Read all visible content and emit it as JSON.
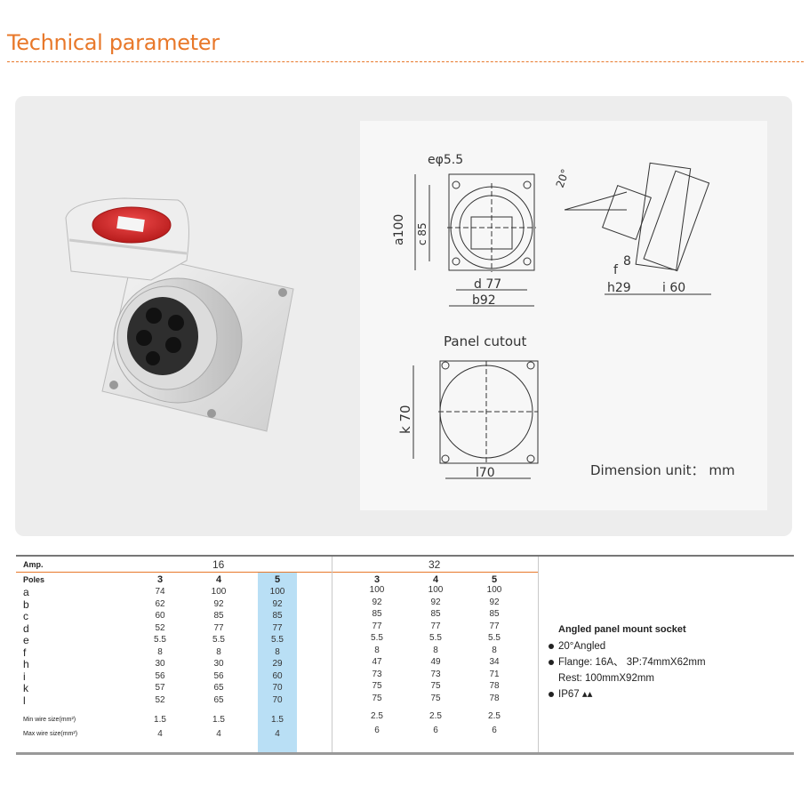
{
  "header": {
    "title": "Technical parameter"
  },
  "drawing": {
    "labels": {
      "e": "eφ5.5",
      "a": "a100",
      "c": "c 85",
      "d": "d  77",
      "b": "b92",
      "angle": "20°",
      "f": "f",
      "f_val": "8",
      "h": "h29",
      "i": "i 60",
      "cutout_title": "Panel cutout",
      "k": "k 70",
      "l": "l70",
      "unit": "Dimension unit： mm"
    }
  },
  "table": {
    "amp_label": "Amp.",
    "poles_label": "Poles",
    "amp_16": "16",
    "amp_32": "32",
    "columns": [
      "3",
      "4",
      "5",
      "3",
      "4",
      "5"
    ],
    "rows": [
      {
        "label": "a",
        "values": [
          "74",
          "100",
          "100",
          "100",
          "100",
          "100"
        ]
      },
      {
        "label": "b",
        "values": [
          "62",
          "92",
          "92",
          "92",
          "92",
          "92"
        ]
      },
      {
        "label": "c",
        "values": [
          "60",
          "85",
          "85",
          "85",
          "85",
          "85"
        ]
      },
      {
        "label": "d",
        "values": [
          "52",
          "77",
          "77",
          "77",
          "77",
          "77"
        ]
      },
      {
        "label": "e",
        "values": [
          "5.5",
          "5.5",
          "5.5",
          "5.5",
          "5.5",
          "5.5"
        ]
      },
      {
        "label": "f",
        "values": [
          "8",
          "8",
          "8",
          "8",
          "8",
          "8"
        ]
      },
      {
        "label": "h",
        "values": [
          "30",
          "30",
          "29",
          "47",
          "49",
          "34"
        ]
      },
      {
        "label": "i",
        "values": [
          "56",
          "56",
          "60",
          "73",
          "73",
          "71"
        ]
      },
      {
        "label": "k",
        "values": [
          "57",
          "65",
          "70",
          "75",
          "75",
          "78"
        ]
      },
      {
        "label": "l",
        "values": [
          "52",
          "65",
          "70",
          "75",
          "75",
          "78"
        ]
      }
    ],
    "min_wire": {
      "label": "Min wire size(mm²)",
      "values": [
        "1.5",
        "1.5",
        "1.5",
        "2.5",
        "2.5",
        "2.5"
      ]
    },
    "max_wire": {
      "label": "Max wire size(mm²)",
      "values": [
        "4",
        "4",
        "4",
        "6",
        "6",
        "6"
      ]
    }
  },
  "description": {
    "title": "Angled panel mount socket",
    "items": [
      "20°Angled",
      "Flange: 16A、 3P:74mmX62mm",
      "Rest: 100mmX92mm",
      "IP67 ▴▴"
    ]
  },
  "colors": {
    "accent": "#e8782a",
    "highlight": "#b9dff5",
    "socket_red": "#d8262c"
  }
}
